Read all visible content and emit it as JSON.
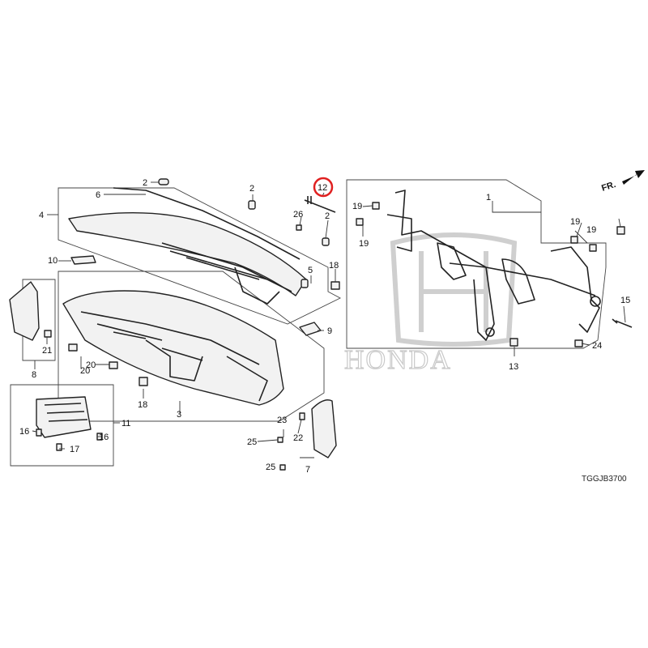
{
  "diagram_code": "TGGJB3700",
  "front_indicator": "FR.",
  "watermark_text": "HONDA",
  "highlight_color": "#e02020",
  "highlighted_callout": "12",
  "callouts": [
    "1",
    "2",
    "2",
    "2",
    "3",
    "4",
    "5",
    "6",
    "7",
    "8",
    "9",
    "10",
    "11",
    "12",
    "13",
    "15",
    "16",
    "16",
    "17",
    "18",
    "18",
    "19",
    "19",
    "19",
    "19",
    "20",
    "20",
    "21",
    "22",
    "23",
    "24",
    "25",
    "25",
    "26"
  ]
}
